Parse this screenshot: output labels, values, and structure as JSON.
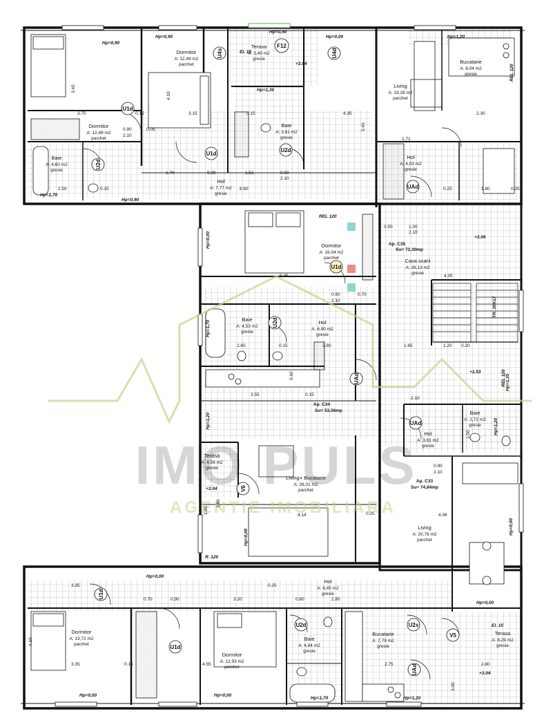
{
  "watermark": {
    "brand": "IMO PULS",
    "tagline": "AGENTIE IMOBILIARA",
    "accent_color": "#c8d28a"
  },
  "rooms": [
    {
      "id": "dormitor-a1",
      "name": "Dormitor",
      "area": "A: 12,48 m2",
      "floor": "parchet"
    },
    {
      "id": "dormitor-a2",
      "name": "Dormitor",
      "area": "A: 12,49 m2",
      "floor": "parchet"
    },
    {
      "id": "terasa-a",
      "name": "Terasa",
      "area": "A: 3,49 m2",
      "floor": "gresie"
    },
    {
      "id": "living-a",
      "name": "Living",
      "area": "A: 19,28 m2",
      "floor": "parchet"
    },
    {
      "id": "bucatarie-a",
      "name": "Bucatarie",
      "area": "A: 8,04 m2",
      "floor": "gresie"
    },
    {
      "id": "baie-a1",
      "name": "Baie",
      "area": "A: 3,61 m2",
      "floor": "gresie"
    },
    {
      "id": "baie-a2",
      "name": "Baie",
      "area": "A: 4,60 m2",
      "floor": "gresie"
    },
    {
      "id": "hol-a1",
      "name": "Hol",
      "area": "A: 7,77 m2",
      "floor": "gresie"
    },
    {
      "id": "hol-a2",
      "name": "Hol",
      "area": "A: 4,03 m2",
      "floor": "gresie"
    },
    {
      "id": "dormitor-b",
      "name": "Dormitor",
      "area": "A: 16,04 m2",
      "floor": "parchet"
    },
    {
      "id": "casa-scarii",
      "name": "Casa scarii",
      "area": "A: 26,13 m2",
      "floor": "gresie"
    },
    {
      "id": "baie-b",
      "name": "Baie",
      "area": "A: 4,53 m2",
      "floor": "gresie"
    },
    {
      "id": "hol-b",
      "name": "Hol",
      "area": "A: 6,90 m2",
      "floor": "gresie"
    },
    {
      "id": "terasa-b",
      "name": "Terasa",
      "area": "A: 4,56 m2",
      "floor": "gresie"
    },
    {
      "id": "living-bucatarie",
      "name": "Living+ Bucatarie",
      "area": "A: 26,01 m2",
      "floor": "parchet"
    },
    {
      "id": "baie-c",
      "name": "Baie",
      "area": "A: 2,72 m2",
      "floor": "gresie"
    },
    {
      "id": "hol-c",
      "name": "Hol",
      "area": "A: 3,61 m2",
      "floor": "gresie"
    },
    {
      "id": "living-c",
      "name": "Living",
      "area": "A: 20,78 m2",
      "floor": "parchet"
    },
    {
      "id": "hol-d",
      "name": "Hol",
      "area": "A: 8,45 m2",
      "floor": "gresie"
    },
    {
      "id": "dormitor-d1",
      "name": "Dormitor",
      "area": "A: 13,72 m2",
      "floor": "parchet"
    },
    {
      "id": "dormitor-d2",
      "name": "Dormitor",
      "area": "A: 12,93 m2",
      "floor": "parchet"
    },
    {
      "id": "baie-d",
      "name": "Baie",
      "area": "A: 4,84 m2",
      "floor": "gresie"
    },
    {
      "id": "bucatarie-d",
      "name": "Bucatarie",
      "area": "A: 7,79 m2",
      "floor": "gresie"
    },
    {
      "id": "terasa-d",
      "name": "Terasa",
      "area": "A: 8,29 m2",
      "floor": "gresie"
    }
  ],
  "apartments": [
    {
      "name": "Ap. C35",
      "area": "Su= 72,30mp"
    },
    {
      "name": "Ap. C34",
      "area": "Su= 53,56mp"
    },
    {
      "name": "Ap. C33",
      "area": "Su= 74,84mp"
    }
  ],
  "door_tags": [
    "U1d",
    "U1d",
    "U2d",
    "U2d",
    "U4s",
    "U4d",
    "UAd",
    "U1d",
    "U2d",
    "UAd",
    "UAd",
    "V6",
    "U1d",
    "U1d",
    "U2d",
    "U2s",
    "V5",
    "UAd",
    "F12"
  ],
  "level_tags": [
    "Hp=0,90",
    "Hp=0,90",
    "Hp=0,00",
    "Hp=1,20",
    "Hp=1,30",
    "Hp=1,70",
    "Hp=0,90",
    "Hp=0,00",
    "Hp=1,70",
    "Hp=1,20",
    "Hp=0,00",
    "Hp=1,35",
    "Hp=0,00",
    "Hp=0,00",
    "Hp=0,00",
    "Hp=0,00",
    "Hp=1,70",
    "Hp=1,20",
    "Hp=0,00",
    "Hp=1,20",
    "Hp=0,90",
    "REL 120",
    "REL 120",
    "REL 120",
    "R. 120",
    "El. 15",
    "El. 15",
    "TR. 30X17",
    "+3.06",
    "+1.53",
    "+3.04",
    "+3.04",
    "+3.04"
  ],
  "dimensions": [
    "3.70",
    "0.15",
    "3.15",
    "4.35",
    "2.30",
    "0.90",
    "0.05",
    "2.10",
    "1.70",
    "0.90",
    "1.51",
    "0.80",
    "2.10",
    "8.60",
    "2.50",
    "0.15",
    "1.71",
    "1.80",
    "0.25",
    "0.50",
    "1.00",
    "2.10",
    "5.35",
    "4.35",
    "0.90",
    "2.10",
    "0.70",
    "2.60",
    "0.15",
    "2.60",
    "1.65",
    "1.20",
    "0.20",
    "3.55",
    "0.15",
    "0.60",
    "2.10",
    "0.90",
    "2.10",
    "4.14",
    "4.36",
    "3.35",
    "0.25",
    "0.70",
    "0.90",
    "3.20",
    "0.80",
    "2.80",
    "3.35",
    "0.15",
    "4.55",
    "2.75",
    "2.80",
    "3.40",
    "4.10",
    "5.40",
    "4.10",
    "1.80",
    "3.80",
    "0.25",
    "3.00",
    "1.50",
    "0.25",
    "0.15"
  ]
}
